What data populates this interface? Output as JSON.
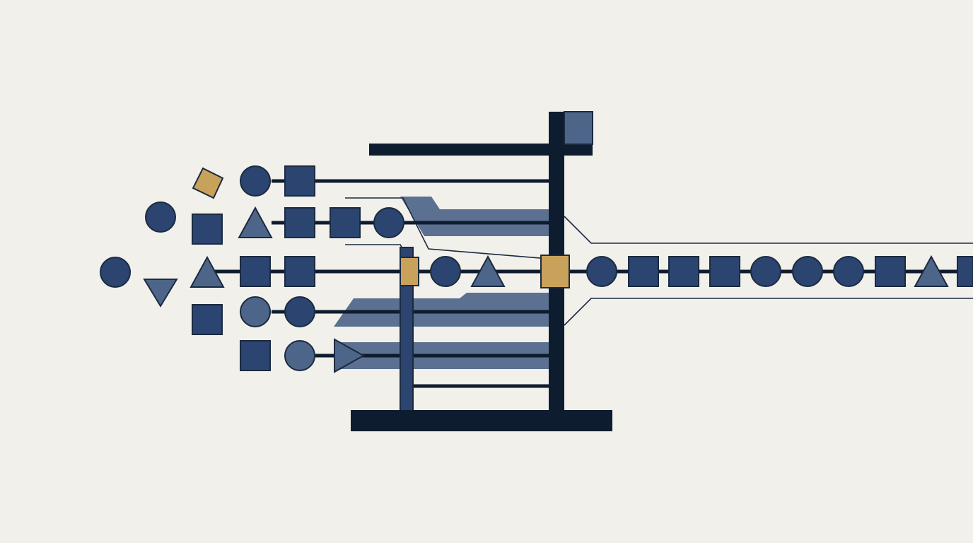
{
  "palette": {
    "background": "#f2f0ea",
    "navy_dark": "#0e1c2f",
    "navy": "#2b4470",
    "slate": "#4d6588",
    "slate_band": "#53698c",
    "gold": "#c8a15a",
    "outline": "#1a2a40"
  },
  "diagram": {
    "description_visible_text": [],
    "scattered_inputs": [
      {
        "shape": "circle",
        "tone": "navy"
      },
      {
        "shape": "triangle-down",
        "tone": "slate"
      },
      {
        "shape": "circle",
        "tone": "navy"
      },
      {
        "shape": "diamond",
        "tone": "gold"
      },
      {
        "shape": "square",
        "tone": "navy"
      },
      {
        "shape": "triangle-up",
        "tone": "slate"
      },
      {
        "shape": "square",
        "tone": "navy"
      }
    ],
    "input_lanes": [
      {
        "lane": 1,
        "shapes": [
          "circle",
          "square"
        ]
      },
      {
        "lane": 2,
        "shapes": [
          "triangle-up",
          "square",
          "square",
          "circle"
        ]
      },
      {
        "lane": 3,
        "shapes": [
          "square",
          "square",
          "gold-gate",
          "circle",
          "triangle-up",
          "gold-gate"
        ]
      },
      {
        "lane": 4,
        "shapes": [
          "circle",
          "circle"
        ]
      },
      {
        "lane": 5,
        "shapes": [
          "square",
          "circle",
          "triangle-right"
        ]
      }
    ],
    "output_stream": [
      "circle",
      "square",
      "square",
      "square",
      "circle",
      "circle",
      "circle",
      "square",
      "triangle-up",
      "square"
    ]
  }
}
